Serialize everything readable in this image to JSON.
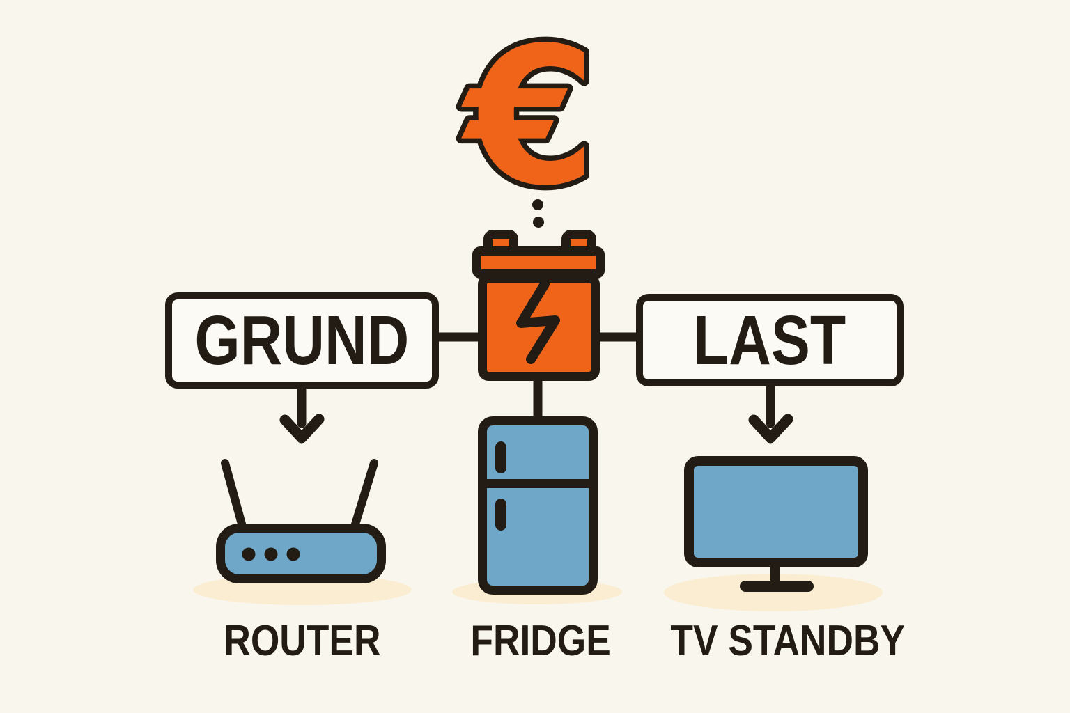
{
  "diagram": {
    "euro_symbol": "€",
    "boxes": {
      "left": {
        "label": "GRUND"
      },
      "right": {
        "label": "LAST"
      }
    },
    "device_labels": {
      "router": "ROUTER",
      "fridge": "FRIDGE",
      "tv": "TV STANDBY"
    },
    "icons": [
      "euro-icon",
      "battery-icon",
      "lightning-bolt-icon",
      "down-arrow-icon",
      "router-icon",
      "fridge-icon",
      "tv-icon"
    ],
    "colors": {
      "accent_orange": "#F0641A",
      "device_blue": "#6FA7C8",
      "outline": "#221C15",
      "background": "#F9F6EE",
      "box_fill": "#FBFAF4",
      "shadow": "#FAEDD2"
    }
  }
}
